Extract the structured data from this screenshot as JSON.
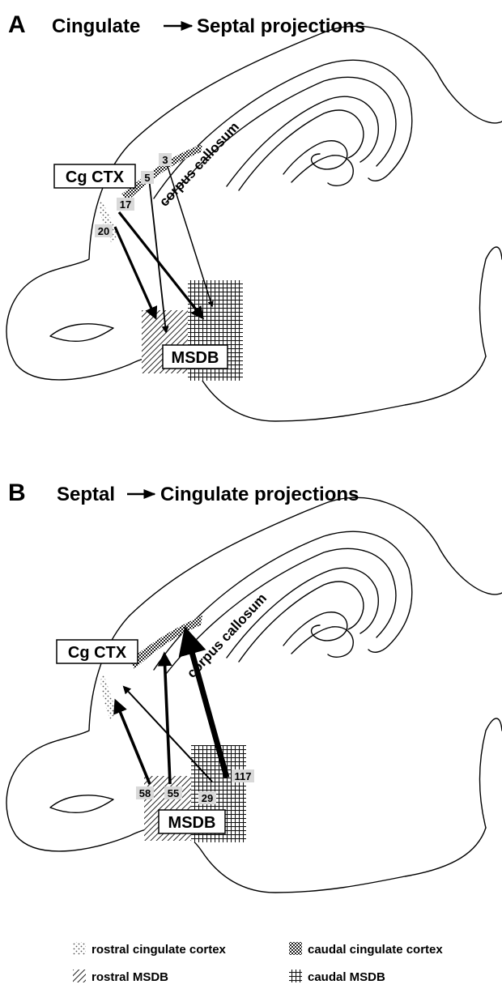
{
  "panel_a": {
    "letter": "A",
    "title": "Cingulate → Septal projections",
    "title_left": "Cingulate",
    "title_right": "Septal projections",
    "region_cg": "Cg CTX",
    "region_msdb": "MSDB",
    "corpus_label": "corpus callosum",
    "projections": [
      {
        "count": "3",
        "from": "caudal cingulate cortex",
        "to": "caudal MSDB"
      },
      {
        "count": "5",
        "from": "caudal cingulate cortex",
        "to": "rostral MSDB"
      },
      {
        "count": "17",
        "from": "rostral cingulate cortex",
        "to": "caudal MSDB"
      },
      {
        "count": "20",
        "from": "rostral cingulate cortex",
        "to": "rostral MSDB"
      }
    ]
  },
  "panel_b": {
    "letter": "B",
    "title": "Septal → Cingulate projections",
    "title_left": "Septal",
    "title_right": "Cingulate projections",
    "region_cg": "Cg CTX",
    "region_msdb": "MSDB",
    "corpus_label": "corpus callosum",
    "projections": [
      {
        "count": "58",
        "from": "rostral MSDB",
        "to": "rostral cingulate cortex"
      },
      {
        "count": "55",
        "from": "rostral MSDB",
        "to": "caudal cingulate cortex"
      },
      {
        "count": "29",
        "from": "caudal MSDB",
        "to": "rostral cingulate cortex"
      },
      {
        "count": "117",
        "from": "caudal MSDB",
        "to": "caudal cingulate cortex"
      }
    ]
  },
  "legend": [
    {
      "pattern": "rostral-cingulate-pattern",
      "label": "rostral cingulate cortex"
    },
    {
      "pattern": "caudal-cingulate-pattern",
      "label": "caudal cingulate cortex"
    },
    {
      "pattern": "rostral-msdb-pattern",
      "label": "rostral MSDB"
    },
    {
      "pattern": "caudal-msdb-pattern",
      "label": "caudal MSDB"
    }
  ]
}
